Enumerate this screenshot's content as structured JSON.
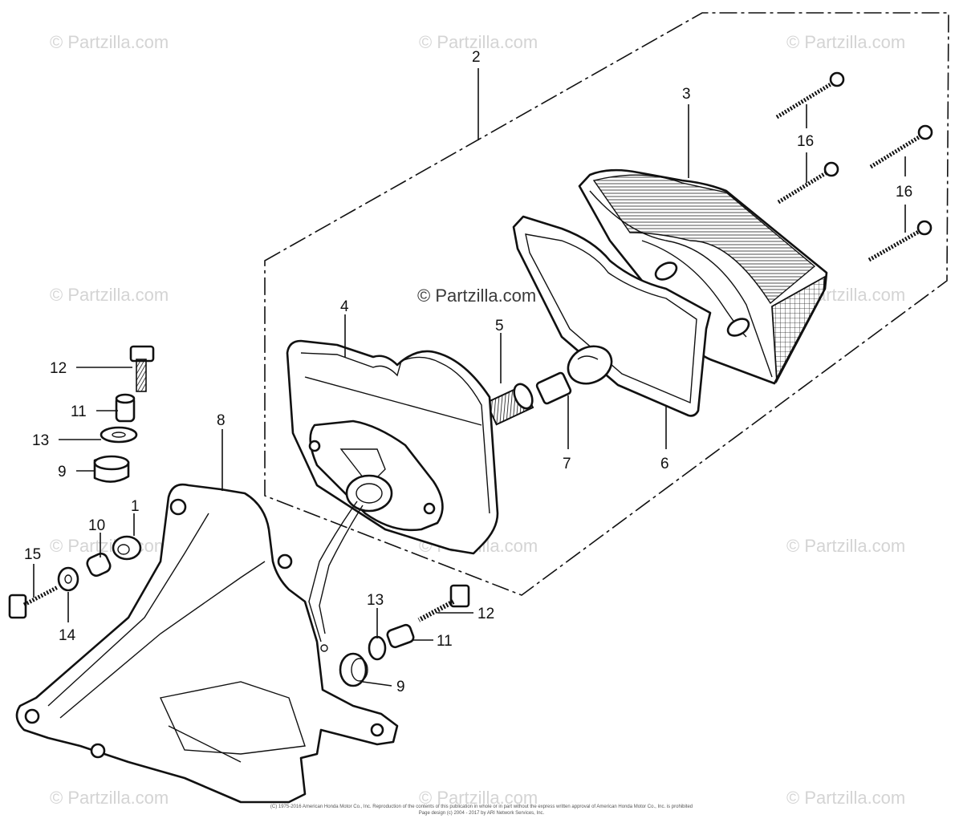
{
  "watermark": "© Partzilla.com",
  "callouts": {
    "c1": "1",
    "c2": "2",
    "c3": "3",
    "c4": "4",
    "c5": "5",
    "c6": "6",
    "c7": "7",
    "c8": "8",
    "c9a": "9",
    "c9b": "9",
    "c10": "10",
    "c11a": "11",
    "c11b": "11",
    "c12a": "12",
    "c12b": "12",
    "c13a": "13",
    "c13b": "13",
    "c14": "14",
    "c15": "15",
    "c16a": "16",
    "c16b": "16"
  },
  "footer": {
    "line1": "(C) 1975-2016 American Honda Motor Co., Inc. Reproduction of the contents of this publication in whole or in part without the express written approval of American Honda Motor Co., Inc. is prohibited",
    "line2": "Page design (c) 2004 - 2017 by ARI Network Services, Inc."
  }
}
